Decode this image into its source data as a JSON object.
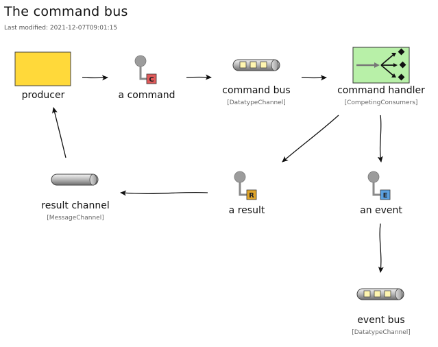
{
  "header": {
    "title": "The command bus",
    "modified": "Last modified: 2021-12-07T09:01:15"
  },
  "nodes": {
    "producer": {
      "label": "producer"
    },
    "command": {
      "label": "a command",
      "badge": "C"
    },
    "command_bus": {
      "label": "command bus",
      "stereotype": "[DatatypeChannel]"
    },
    "command_handler": {
      "label": "command handler",
      "stereotype": "[CompetingConsumers]"
    },
    "result": {
      "label": "a result",
      "badge": "R"
    },
    "event": {
      "label": "an event",
      "badge": "E"
    },
    "result_channel": {
      "label": "result channel",
      "stereotype": "[MessageChannel]"
    },
    "event_bus": {
      "label": "event bus",
      "stereotype": "[DatatypeChannel]"
    }
  },
  "colors": {
    "producer_fill": "#ffd93a",
    "handler_fill": "#b8f0a8",
    "command_badge": "#e05a5a",
    "result_badge": "#e0a52a",
    "event_badge": "#5aa0e0"
  },
  "icons": {
    "handler": "competing-consumers-icon",
    "channel": "message-channel-icon",
    "message": "message-icon"
  }
}
